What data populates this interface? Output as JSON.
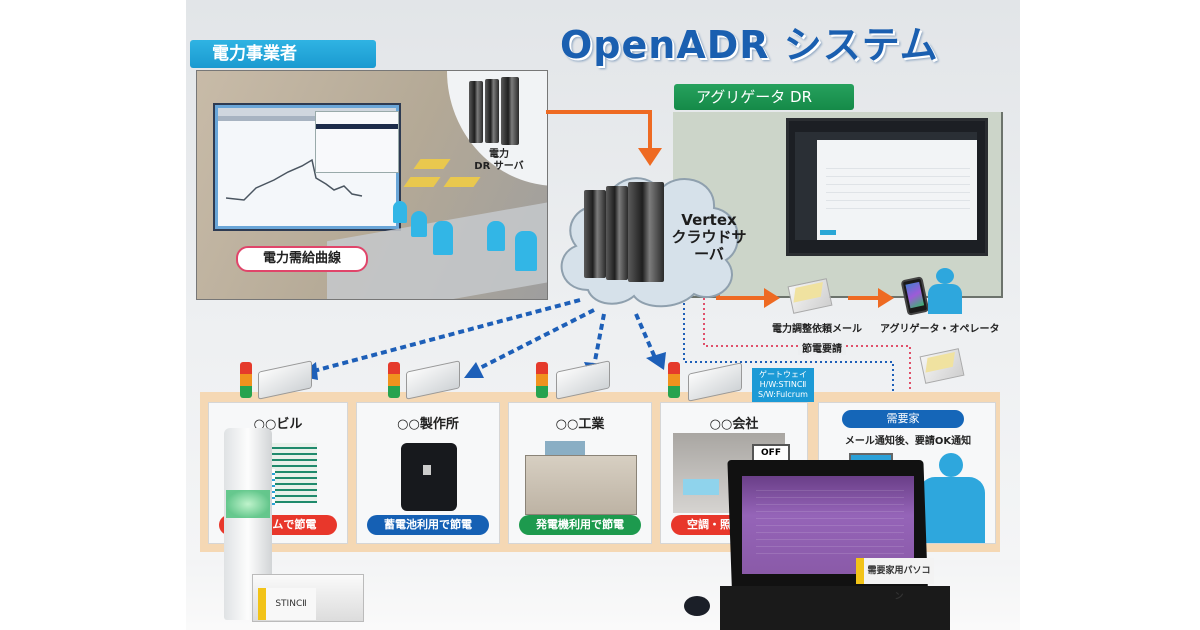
{
  "title": "OpenADR システム",
  "utility": {
    "tag": "電力事業者",
    "server_label_line1": "電力",
    "server_label_line2": "DR サーバ",
    "curve_label": "電力需給曲線"
  },
  "aggregator": {
    "tag": "アグリゲータ DR",
    "mail_caption": "電力調整依頼メール",
    "operator_caption": "アグリゲータ・オペレータ"
  },
  "cloud": {
    "line1": "Vertex",
    "line2": "クラウドサーバ"
  },
  "power_save_request": "節電要請",
  "gateway": {
    "line1": "ゲートウェイ",
    "line2": "H/W:STINCⅡ",
    "line3": "S/W:Fulcrum"
  },
  "sites": [
    {
      "name": "○○ビル",
      "method": "システムで節電",
      "color": "#e8372b"
    },
    {
      "name": "○○製作所",
      "method": "蓄電池利用で節電",
      "color": "#1560b4"
    },
    {
      "name": "○○工業",
      "method": "発電機利用で節電",
      "color": "#1d9a4e"
    },
    {
      "name": "○○会社",
      "method": "空調・照",
      "color": "#e8372b",
      "badge": "OFF"
    }
  ],
  "consumer": {
    "tag": "需要家",
    "note": "メール通知後、要請OK通知"
  },
  "props": {
    "stinc_label": "STINCⅡ",
    "pc_label": "需要家用パソコン"
  },
  "colors": {
    "title_blue": "#1a5fb0",
    "utility_tag": "#1a9ad0",
    "aggregator_tag": "#158a48",
    "arrow_orange": "#ee6a22",
    "arrow_blue": "#1d5fb8",
    "dotted_red": "#e0506a"
  }
}
